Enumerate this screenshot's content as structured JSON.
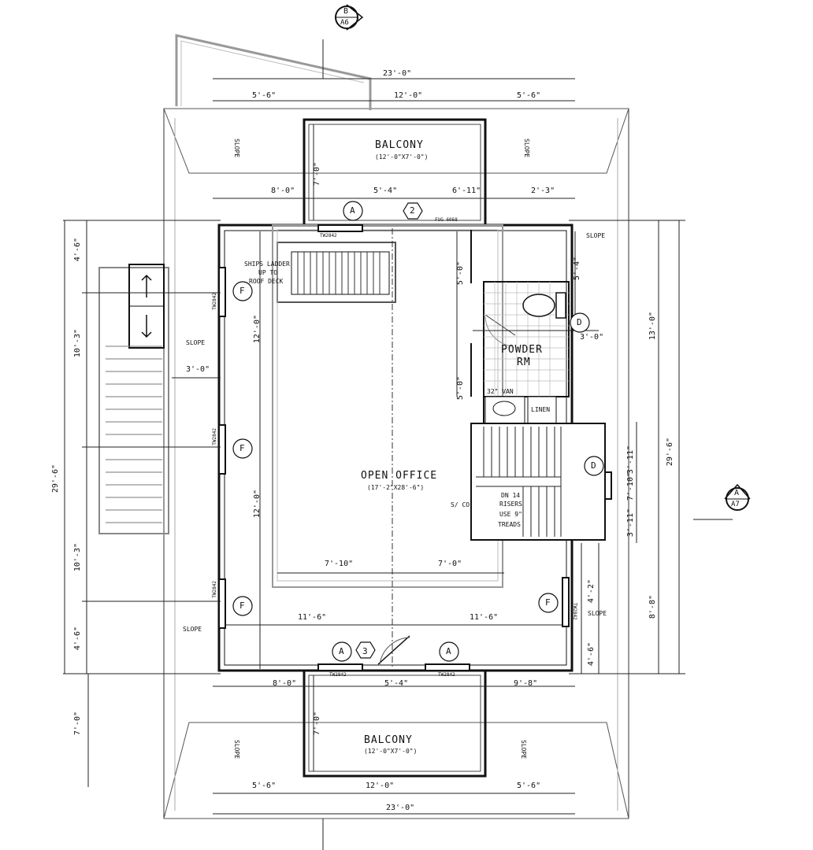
{
  "balcony_top": {
    "name": "BALCONY",
    "size": "(12'-0\"X7'-0\")"
  },
  "balcony_bottom": {
    "name": "BALCONY",
    "size": "(12'-0\"X7'-0\")"
  },
  "open_office": {
    "name": "OPEN OFFICE",
    "size": "(17'-2\"X28'-6\")"
  },
  "powder_room": {
    "line1": "POWDER",
    "line2": "RM"
  },
  "ships_ladder": {
    "line1": "SHIPS LADDER",
    "line2": "UP TO",
    "line3": "ROOF DECK"
  },
  "stair_note": {
    "line1": "DN 14",
    "line2": "RISERS",
    "line3": "USE 9\"",
    "line4": "TREADS"
  },
  "vanity": "32\" VAN",
  "linen": "LINEN",
  "sc": "S/ CO",
  "slope": "SLOPE",
  "window_tags": {
    "w1": "TW2842",
    "w2": "TW2842",
    "w3": "TW2842",
    "w4": "TW2842",
    "w5": "TW2842",
    "w6": "TW2842",
    "w7": "TW2842",
    "door": "FUG 6068"
  },
  "section_markers": {
    "top": {
      "letter": "B",
      "sheet": "A6"
    },
    "right": {
      "letter": "A",
      "sheet": "A7"
    }
  },
  "tags": {
    "A": "A",
    "D": "D",
    "F": "F",
    "two": "2",
    "three": "3"
  },
  "dims": {
    "overall_top": "23'-0\"",
    "top_left": "5'-6\"",
    "top_mid": "12'-0\"",
    "top_right": "5'-6\"",
    "balc_depth_top": "7'-0\"",
    "mid_8": "8'-0\"",
    "mid_54": "5'-4\"",
    "mid_611": "6'-11\"",
    "mid_23": "2'-3\"",
    "left_46a": "4'-6\"",
    "left_103a": "10'-3\"",
    "left_total": "29'-6\"",
    "left_103b": "10'-3\"",
    "left_46b": "4'-6\"",
    "deck_3": "3'-0\"",
    "in_12a": "12'-0\"",
    "in_12b": "12'-0\"",
    "pr_5a": "5'-0\"",
    "pr_5b": "5'-0\"",
    "pr_54": "5'-4\"",
    "pr_3": "3'-0\"",
    "right_13": "13'-0\"",
    "right_total": "29'-6\"",
    "right_88": "8'-8\"",
    "right_42": "4'-2\"",
    "right_46": "4'-6\"",
    "st_311a": "3'-11\"",
    "st_710": "7'-10\"",
    "st_311b": "3'-11\"",
    "int_710": "7'-10\"",
    "int_70": "7'-0\"",
    "int_116a": "11'-6\"",
    "int_116b": "11'-6\"",
    "bot_8": "8'-0\"",
    "bot_54": "5'-4\"",
    "bot_98": "9'-8\"",
    "bot_balc_depth": "7'-0\"",
    "bot_left_70": "7'-0\"",
    "bot_left": "5'-6\"",
    "bot_mid": "12'-0\"",
    "bot_right": "5'-6\"",
    "overall_bottom": "23'-0\""
  }
}
